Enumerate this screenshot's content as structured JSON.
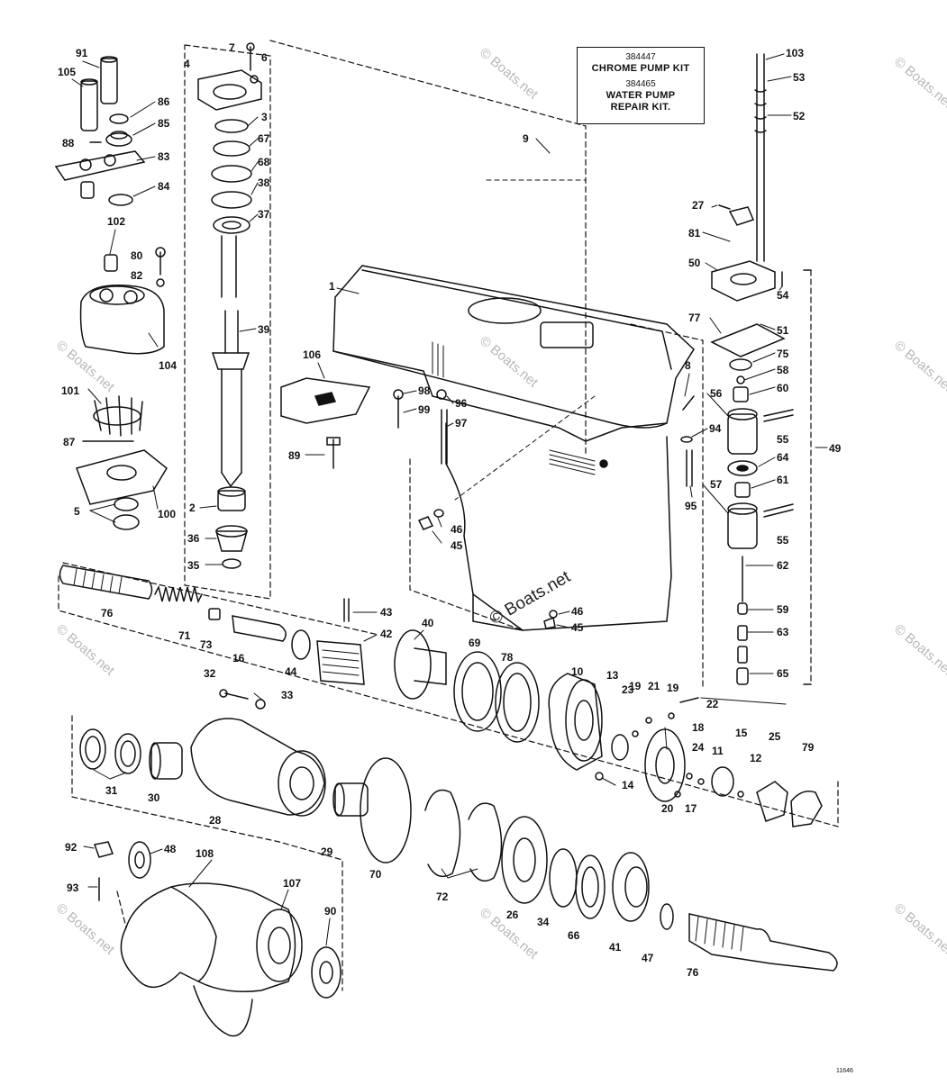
{
  "kit_box": {
    "chrome_kit_number": "384447",
    "chrome_kit_name": "CHROME PUMP KIT",
    "repair_kit_number": "384465",
    "repair_kit_name_line1": "WATER PUMP",
    "repair_kit_name_line2": "REPAIR KIT."
  },
  "watermark": {
    "center_text": "© Boats.net",
    "repeat_text": "© Boats.net"
  },
  "drawing_number": "11646",
  "callouts": [
    {
      "id": "c91",
      "text": "91"
    },
    {
      "id": "c105",
      "text": "105"
    },
    {
      "id": "c86",
      "text": "86"
    },
    {
      "id": "c85",
      "text": "85"
    },
    {
      "id": "c88",
      "text": "88"
    },
    {
      "id": "c83",
      "text": "83"
    },
    {
      "id": "c84",
      "text": "84"
    },
    {
      "id": "c102",
      "text": "102"
    },
    {
      "id": "c80",
      "text": "80"
    },
    {
      "id": "c82",
      "text": "82"
    },
    {
      "id": "c104",
      "text": "104"
    },
    {
      "id": "c101",
      "text": "101"
    },
    {
      "id": "c87",
      "text": "87"
    },
    {
      "id": "c100",
      "text": "100"
    },
    {
      "id": "c5",
      "text": "5"
    },
    {
      "id": "c7",
      "text": "7"
    },
    {
      "id": "c4",
      "text": "4"
    },
    {
      "id": "c6",
      "text": "6"
    },
    {
      "id": "c3",
      "text": "3"
    },
    {
      "id": "c67",
      "text": "67"
    },
    {
      "id": "c68",
      "text": "68"
    },
    {
      "id": "c38",
      "text": "38"
    },
    {
      "id": "c37",
      "text": "37"
    },
    {
      "id": "c39",
      "text": "39"
    },
    {
      "id": "c2",
      "text": "2"
    },
    {
      "id": "c36",
      "text": "36"
    },
    {
      "id": "c35",
      "text": "35"
    },
    {
      "id": "c9",
      "text": "9"
    },
    {
      "id": "c1",
      "text": "1"
    },
    {
      "id": "c106",
      "text": "106"
    },
    {
      "id": "c89",
      "text": "89"
    },
    {
      "id": "c98",
      "text": "98"
    },
    {
      "id": "c99",
      "text": "99"
    },
    {
      "id": "c96",
      "text": "96"
    },
    {
      "id": "c97",
      "text": "97"
    },
    {
      "id": "c8",
      "text": "8"
    },
    {
      "id": "c94",
      "text": "94"
    },
    {
      "id": "c95",
      "text": "95"
    },
    {
      "id": "c46a",
      "text": "46"
    },
    {
      "id": "c45a",
      "text": "45"
    },
    {
      "id": "c46b",
      "text": "46"
    },
    {
      "id": "c45b",
      "text": "45"
    },
    {
      "id": "c103",
      "text": "103"
    },
    {
      "id": "c53",
      "text": "53"
    },
    {
      "id": "c52",
      "text": "52"
    },
    {
      "id": "c27",
      "text": "27"
    },
    {
      "id": "c81",
      "text": "81"
    },
    {
      "id": "c50",
      "text": "50"
    },
    {
      "id": "c54",
      "text": "54"
    },
    {
      "id": "c51",
      "text": "51"
    },
    {
      "id": "c77",
      "text": "77"
    },
    {
      "id": "c75",
      "text": "75"
    },
    {
      "id": "c58",
      "text": "58"
    },
    {
      "id": "c60",
      "text": "60"
    },
    {
      "id": "c56",
      "text": "56"
    },
    {
      "id": "c55a",
      "text": "55"
    },
    {
      "id": "c49",
      "text": "49"
    },
    {
      "id": "c64",
      "text": "64"
    },
    {
      "id": "c61",
      "text": "61"
    },
    {
      "id": "c57",
      "text": "57"
    },
    {
      "id": "c55b",
      "text": "55"
    },
    {
      "id": "c62",
      "text": "62"
    },
    {
      "id": "c59",
      "text": "59"
    },
    {
      "id": "c63",
      "text": "63"
    },
    {
      "id": "c65",
      "text": "65"
    },
    {
      "id": "c76a",
      "text": "76"
    },
    {
      "id": "c71",
      "text": "71"
    },
    {
      "id": "c73",
      "text": "73"
    },
    {
      "id": "c16",
      "text": "16"
    },
    {
      "id": "c43",
      "text": "43"
    },
    {
      "id": "c44",
      "text": "44"
    },
    {
      "id": "c42",
      "text": "42"
    },
    {
      "id": "c40",
      "text": "40"
    },
    {
      "id": "c69",
      "text": "69"
    },
    {
      "id": "c78",
      "text": "78"
    },
    {
      "id": "c10",
      "text": "10"
    },
    {
      "id": "c32",
      "text": "32"
    },
    {
      "id": "c33",
      "text": "33"
    },
    {
      "id": "c13",
      "text": "13"
    },
    {
      "id": "c19a",
      "text": "19"
    },
    {
      "id": "c21",
      "text": "21"
    },
    {
      "id": "c19b",
      "text": "19"
    },
    {
      "id": "c22",
      "text": "22"
    },
    {
      "id": "c23",
      "text": "23"
    },
    {
      "id": "c18",
      "text": "18"
    },
    {
      "id": "c24",
      "text": "24"
    },
    {
      "id": "c11",
      "text": "11"
    },
    {
      "id": "c15",
      "text": "15"
    },
    {
      "id": "c12",
      "text": "12"
    },
    {
      "id": "c25",
      "text": "25"
    },
    {
      "id": "c79",
      "text": "79"
    },
    {
      "id": "c14",
      "text": "14"
    },
    {
      "id": "c20",
      "text": "20"
    },
    {
      "id": "c17",
      "text": "17"
    },
    {
      "id": "c31",
      "text": "31"
    },
    {
      "id": "c30",
      "text": "30"
    },
    {
      "id": "c28",
      "text": "28"
    },
    {
      "id": "c29",
      "text": "29"
    },
    {
      "id": "c70",
      "text": "70"
    },
    {
      "id": "c72",
      "text": "72"
    },
    {
      "id": "c26",
      "text": "26"
    },
    {
      "id": "c34",
      "text": "34"
    },
    {
      "id": "c66",
      "text": "66"
    },
    {
      "id": "c41",
      "text": "41"
    },
    {
      "id": "c47",
      "text": "47"
    },
    {
      "id": "c76b",
      "text": "76"
    },
    {
      "id": "c92",
      "text": "92"
    },
    {
      "id": "c48",
      "text": "48"
    },
    {
      "id": "c93",
      "text": "93"
    },
    {
      "id": "c108",
      "text": "108"
    },
    {
      "id": "c107",
      "text": "107"
    },
    {
      "id": "c90",
      "text": "90"
    }
  ]
}
